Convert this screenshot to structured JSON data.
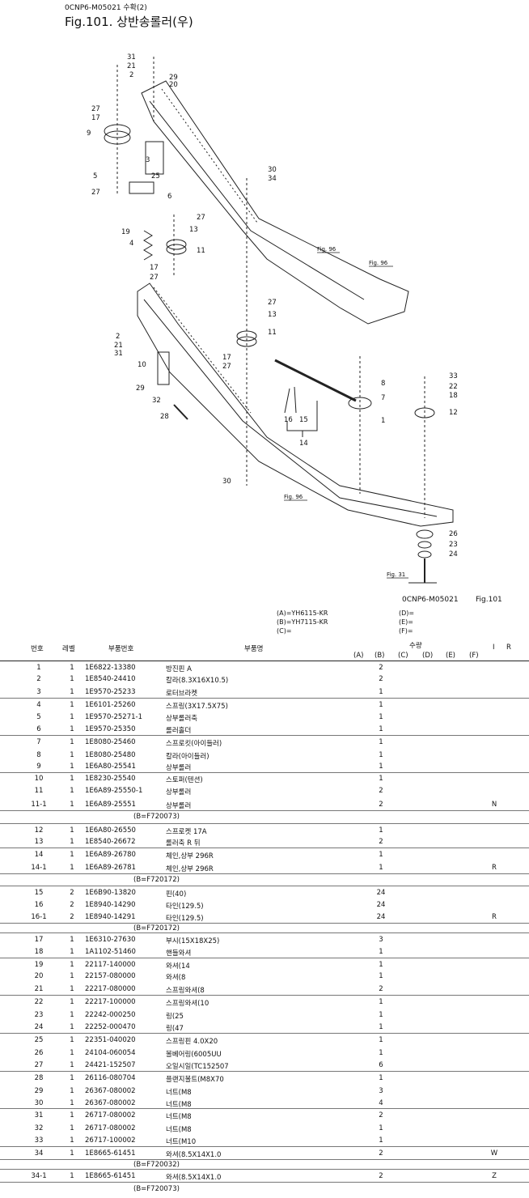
{
  "header": {
    "code": "0CNP6-M05021   수확(2)",
    "title": "Fig.101.  상반송롤러(우)"
  },
  "diagram": {
    "callouts": [
      "31",
      "21",
      "2",
      "29",
      "20",
      "27",
      "17",
      "9",
      "3",
      "25",
      "5",
      "27",
      "6",
      "27",
      "13",
      "19",
      "4",
      "11",
      "17",
      "27",
      "2",
      "21",
      "31",
      "10",
      "29",
      "32",
      "28",
      "30",
      "34",
      "27",
      "13",
      "11",
      "17",
      "27",
      "16",
      "15",
      "14",
      "8",
      "7",
      "1",
      "33",
      "22",
      "18",
      "12",
      "30",
      "26",
      "23",
      "24"
    ],
    "fig_refs": [
      "Fig. 96",
      "Fig. 96",
      "Fig. 96",
      "Fig. 31"
    ],
    "footer_code": "0CNP6-M05021",
    "footer_fig": "Fig.101"
  },
  "legend": {
    "a": "(A)=YH6115-KR",
    "b": "(B)=YH7115-KR",
    "c": "(C)=",
    "d": "(D)=",
    "e": "(E)=",
    "f": "(F)="
  },
  "table": {
    "headers": {
      "no": "번호",
      "level": "레벨",
      "part_no": "부품번호",
      "name": "부품명",
      "qty": "수량",
      "a": "(A)",
      "b": "(B)",
      "c": "(C)",
      "d": "(D)",
      "e": "(E)",
      "f": "(F)",
      "i": "I",
      "r": "R"
    },
    "rows": [
      {
        "no": "1",
        "lv": "1",
        "pn": "1E6822-13380",
        "name": "방진핀 A",
        "b": "2",
        "i": ""
      },
      {
        "no": "2",
        "lv": "1",
        "pn": "1E8540-24410",
        "name": "칼라(8.3X16X10.5)",
        "b": "2",
        "i": ""
      },
      {
        "no": "3",
        "lv": "1",
        "pn": "1E9570-25233",
        "name": "로터브라켓",
        "b": "1",
        "i": ""
      },
      {
        "no": "4",
        "lv": "1",
        "pn": "1E6101-25260",
        "name": "스프링(3X17.5X75)",
        "b": "1",
        "i": ""
      },
      {
        "no": "5",
        "lv": "1",
        "pn": "1E9570-25271-1",
        "name": "상부롤러축",
        "b": "1",
        "i": ""
      },
      {
        "no": "6",
        "lv": "1",
        "pn": "1E9570-25350",
        "name": "롤러홀더",
        "b": "1",
        "i": ""
      },
      {
        "no": "7",
        "lv": "1",
        "pn": "1E8080-25460",
        "name": "스프로킷(아이들러)",
        "b": "1",
        "i": ""
      },
      {
        "no": "8",
        "lv": "1",
        "pn": "1E8080-25480",
        "name": "칼라(아이들러)",
        "b": "1",
        "i": ""
      },
      {
        "no": "9",
        "lv": "1",
        "pn": "1E6A80-25541",
        "name": "상부롤러",
        "b": "1",
        "i": ""
      },
      {
        "no": "10",
        "lv": "1",
        "pn": "1E8230-25540",
        "name": "스토퍼(텐션)",
        "b": "1",
        "i": ""
      },
      {
        "no": "11",
        "lv": "1",
        "pn": "1E6A89-25550-1",
        "name": "상부롤러",
        "b": "2",
        "i": ""
      },
      {
        "no": "11-1",
        "lv": "1",
        "pn": "1E6A89-25551",
        "name": "상부롤러",
        "b": "2",
        "i": "N"
      },
      {
        "no": "12",
        "lv": "1",
        "pn": "1E6A80-26550",
        "name": "스프로켓 17A",
        "b": "1",
        "i": ""
      },
      {
        "no": "13",
        "lv": "1",
        "pn": "1E8540-26672",
        "name": "롤러축 R 뒤",
        "b": "2",
        "i": ""
      },
      {
        "no": "14",
        "lv": "1",
        "pn": "1E6A89-26780",
        "name": "체인,상부 296R",
        "b": "1",
        "i": ""
      },
      {
        "no": "14-1",
        "lv": "1",
        "pn": "1E6A89-26781",
        "name": "체인,상부 296R",
        "b": "1",
        "i": "R"
      },
      {
        "no": "15",
        "lv": "2",
        "pn": "1E6B90-13820",
        "name": "핀(40)",
        "b": "24",
        "i": ""
      },
      {
        "no": "16",
        "lv": "2",
        "pn": "1E8940-14290",
        "name": "타인(129.5)",
        "b": "24",
        "i": ""
      },
      {
        "no": "16-1",
        "lv": "2",
        "pn": "1E8940-14291",
        "name": "타인(129.5)",
        "b": "24",
        "i": "R"
      },
      {
        "no": "17",
        "lv": "1",
        "pn": "1E6310-27630",
        "name": "부시(15X18X25)",
        "b": "3",
        "i": ""
      },
      {
        "no": "18",
        "lv": "1",
        "pn": "1A1102-51460",
        "name": "핸들와셔",
        "b": "1",
        "i": ""
      },
      {
        "no": "19",
        "lv": "1",
        "pn": "22117-140000",
        "name": "와셔(14",
        "b": "1",
        "i": ""
      },
      {
        "no": "20",
        "lv": "1",
        "pn": "22157-080000",
        "name": "와셔(8",
        "b": "1",
        "i": ""
      },
      {
        "no": "21",
        "lv": "1",
        "pn": "22217-080000",
        "name": "스프링와셔(8",
        "b": "2",
        "i": ""
      },
      {
        "no": "22",
        "lv": "1",
        "pn": "22217-100000",
        "name": "스프링와셔(10",
        "b": "1",
        "i": ""
      },
      {
        "no": "23",
        "lv": "1",
        "pn": "22242-000250",
        "name": "링(25",
        "b": "1",
        "i": ""
      },
      {
        "no": "24",
        "lv": "1",
        "pn": "22252-000470",
        "name": "링(47",
        "b": "1",
        "i": ""
      },
      {
        "no": "25",
        "lv": "1",
        "pn": "22351-040020",
        "name": "스프링핀 4.0X20",
        "b": "1",
        "i": ""
      },
      {
        "no": "26",
        "lv": "1",
        "pn": "24104-060054",
        "name": "볼베어링(6005UU",
        "b": "1",
        "i": ""
      },
      {
        "no": "27",
        "lv": "1",
        "pn": "24421-152507",
        "name": "오일시일(TC152507",
        "b": "6",
        "i": ""
      },
      {
        "no": "28",
        "lv": "1",
        "pn": "26116-080704",
        "name": "플랜지볼트(M8X70",
        "b": "1",
        "i": ""
      },
      {
        "no": "29",
        "lv": "1",
        "pn": "26367-080002",
        "name": "너트(M8",
        "b": "3",
        "i": ""
      },
      {
        "no": "30",
        "lv": "1",
        "pn": "26367-080002",
        "name": "너트(M8",
        "b": "4",
        "i": ""
      },
      {
        "no": "31",
        "lv": "1",
        "pn": "26717-080002",
        "name": "너트(M8",
        "b": "2",
        "i": ""
      },
      {
        "no": "32",
        "lv": "1",
        "pn": "26717-080002",
        "name": "너트(M8",
        "b": "1",
        "i": ""
      },
      {
        "no": "33",
        "lv": "1",
        "pn": "26717-100002",
        "name": "너트(M10",
        "b": "1",
        "i": ""
      },
      {
        "no": "34",
        "lv": "1",
        "pn": "1E8665-61451",
        "name": "와셔(8.5X14X1.0",
        "b": "2",
        "i": "W"
      },
      {
        "no": "34-1",
        "lv": "1",
        "pn": "1E8665-61451",
        "name": "와셔(8.5X14X1.0",
        "b": "2",
        "i": "Z"
      }
    ],
    "notes": {
      "n1": "(B=F720073)",
      "n2": "(B=F720172)",
      "n3": "(B=F720172)",
      "n4": "(B=F720032)",
      "n5": "(B=F720073)"
    }
  }
}
